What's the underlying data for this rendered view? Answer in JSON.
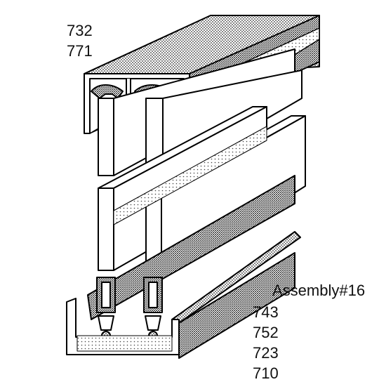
{
  "top_track": {
    "part_numbers": [
      "732",
      "771"
    ]
  },
  "bottom_track": {
    "assembly_label": "Assembly#16",
    "part_numbers": [
      "743",
      "752",
      "723",
      "710"
    ]
  }
}
